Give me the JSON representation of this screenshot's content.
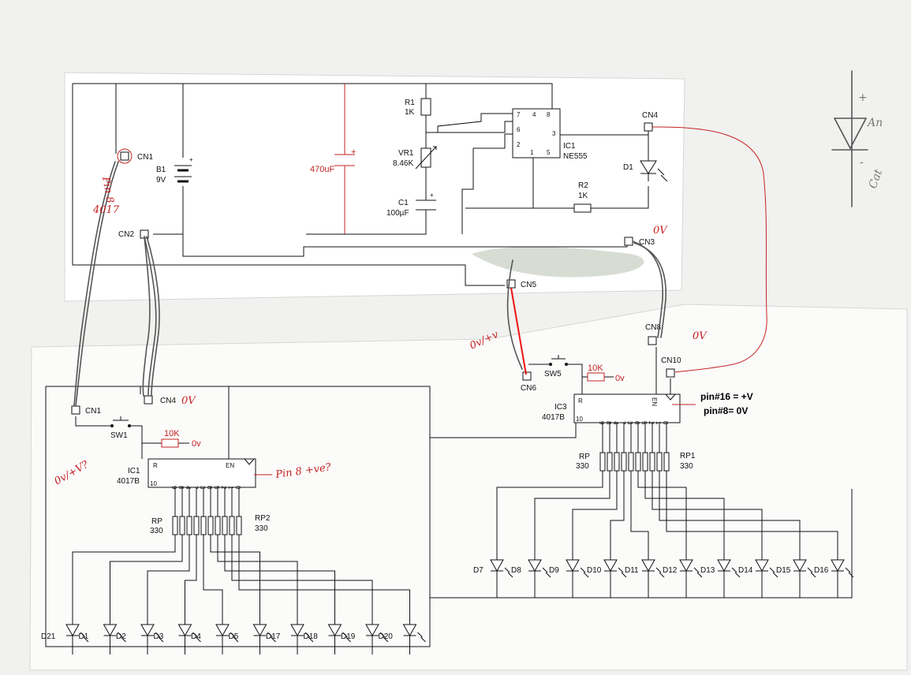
{
  "top_board": {
    "cn1": "CN1",
    "b1": "B1",
    "b1_value": "9V",
    "cn2": "CN2",
    "cap_big": "470uF",
    "cap_plus": "+",
    "r1": "R1",
    "r1_value": "1K",
    "vr1": "VR1",
    "vr1_value": "8.46K",
    "c1": "C1",
    "c1_value": "100µF",
    "ic1": "IC1",
    "ic1_part": "NE555",
    "ic1_pins": [
      "7",
      "4",
      "8",
      "6",
      "2",
      "3",
      "1",
      "5"
    ],
    "cn4": "CN4",
    "d1": "D1",
    "r2": "R2",
    "r2_value": "1K",
    "cn3": "CN3",
    "cn5": "CN5"
  },
  "bottom_left_board": {
    "cn1": "CN1",
    "cn4": "CN4",
    "sw1": "SW1",
    "res_value": "10K",
    "res_target": "0v",
    "ic": "IC1",
    "ic_part": "4017B",
    "pin_r": "R",
    "pin_en": "EN",
    "pin_10": "10",
    "outputs": [
      "9",
      "8",
      "4",
      "7",
      "3",
      "6",
      "5",
      "2",
      "1",
      "0"
    ],
    "rp_left": "RP",
    "rp_left_value": "330",
    "rp": "RP2",
    "rp_value": "330",
    "leds": [
      "D21",
      "D1",
      "D2",
      "D3",
      "D4",
      "D5",
      "D17",
      "D18",
      "D19",
      "D20"
    ]
  },
  "bottom_right_board": {
    "cn6": "CN6",
    "sw5": "SW5",
    "res_value": "10K",
    "res_target": "0v",
    "cn8": "CN8",
    "cn10": "CN10",
    "ic": "IC3",
    "ic_part": "4017B",
    "pin_r": "R",
    "pin_en": "EN",
    "pin_10": "10",
    "outputs": [
      "9",
      "8",
      "4",
      "7",
      "3",
      "6",
      "5",
      "2",
      "1",
      "0"
    ],
    "rp_left": "RP",
    "rp_left_value": "330",
    "rp": "RP1",
    "rp_value": "330",
    "leds": [
      "D7",
      "D8",
      "D9",
      "D10",
      "D11",
      "D12",
      "D13",
      "D14",
      "D15",
      "D16"
    ],
    "pin16_note": "pin#16 = +V",
    "pin8_note": "pin#8= 0V"
  },
  "handwritten": {
    "pin_note_a": "Pin 8",
    "pin_note_b": "4017",
    "ov": "0V",
    "ov_cn3": "0V",
    "ov_tv_left": "0v/+V?",
    "ov_tv_right": "0v/+v",
    "cn8_ov": "0V",
    "pin8_question": "Pin 8 +ve?",
    "anode": "An",
    "cathode": "Cat",
    "plus": "+",
    "minus": "-"
  }
}
